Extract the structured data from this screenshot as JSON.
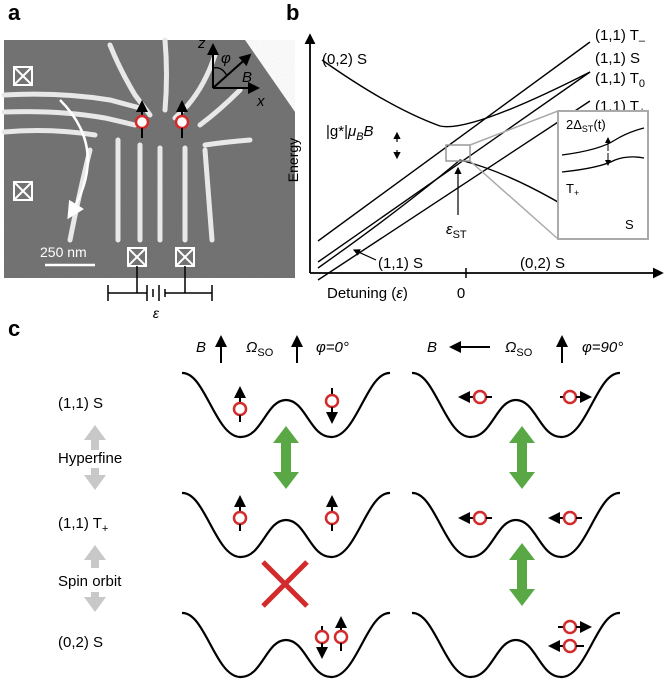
{
  "panels": {
    "a": {
      "label": "a",
      "scale_bar": "250 nm",
      "axes": {
        "z": "z",
        "x": "x",
        "phi": "φ",
        "B": "B"
      },
      "bias_symbol": "ε"
    },
    "b": {
      "label": "b",
      "ylabel": "Energy",
      "xlabel": "Detuning (",
      "xlabel_symbol": "ε",
      "xlabel_close": ")",
      "x_tick": "0",
      "states_right": [
        "(1,1) T",
        "(1,1) S",
        "(1,1) T",
        "(1,1) T"
      ],
      "state_subscripts": [
        "–",
        "",
        "0",
        "+"
      ],
      "state_left": "(0,2) S",
      "state_bottom_left": "(1,1) S",
      "state_bottom_right": "(0,2) S",
      "zeeman_label": {
        "g": "|g*|",
        "mu": "μ",
        "sub": "B",
        "B": "B"
      },
      "eps_st": {
        "symbol": "ε",
        "sub": "ST"
      },
      "inset": {
        "gap_label": "2Δ",
        "gap_sub": "ST",
        "gap_tail": "(t)",
        "tplus": "T",
        "tplus_sub": "+",
        "s": "S"
      }
    },
    "c": {
      "label": "c",
      "col1": {
        "B": "B",
        "omega": "Ω",
        "omega_sub": "SO",
        "phi": "φ=0°"
      },
      "col2": {
        "B": "B",
        "omega": "Ω",
        "omega_sub": "SO",
        "phi": "φ=90°"
      },
      "rows": [
        "(1,1) S",
        "(1,1) T",
        "(0,2) S"
      ],
      "row2_sub": "+",
      "mechanisms": [
        "Hyperfine",
        "Spin orbit"
      ]
    }
  },
  "colors": {
    "red": "#d32b2b",
    "green": "#5aa845",
    "gray": "#c8c8c8",
    "sem_bg": "#6a6a6a"
  }
}
